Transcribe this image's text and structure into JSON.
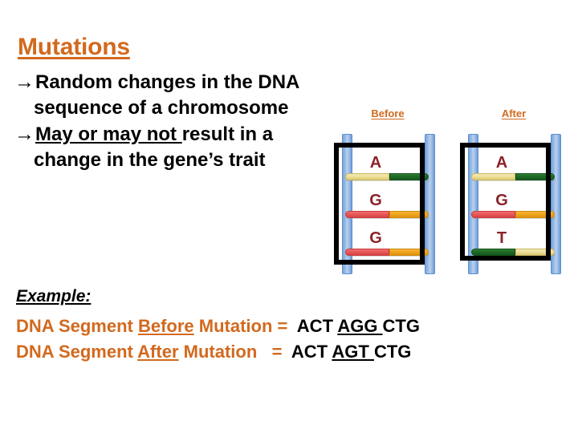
{
  "slide": {
    "title": "Mutations"
  },
  "bullets": [
    {
      "arrow": "→",
      "line1": "Random changes in the DNA",
      "line2": "sequence of a chromosome",
      "underlined": ""
    },
    {
      "arrow": "→",
      "underlined": "May or may not ",
      "line1_rest": "result in a",
      "line2": "change in the gene’s trait"
    }
  ],
  "diagram": {
    "panels": [
      {
        "label": "Before",
        "bases": [
          "A",
          "G",
          "G"
        ],
        "rungs": [
          {
            "left_color": "yellow",
            "right_color": "green"
          },
          {
            "left_color": "red",
            "right_color": "orange"
          },
          {
            "left_color": "red",
            "right_color": "orange"
          }
        ]
      },
      {
        "label": "After",
        "bases": [
          "A",
          "G",
          "T"
        ],
        "rungs": [
          {
            "left_color": "yellow",
            "right_color": "green"
          },
          {
            "left_color": "red",
            "right_color": "orange"
          },
          {
            "left_color": "green",
            "right_color": "yellow"
          }
        ]
      }
    ],
    "backbone_color": "#8FB4E2",
    "letter_color": "#8B2227",
    "highlight_box_color": "#000000"
  },
  "example": {
    "heading": "Example:",
    "lines": [
      {
        "label_pre": "DNA Segment ",
        "label_underlined": "Before",
        "label_post": " Mutation = ",
        "codons_pre": " ACT ",
        "codons_underlined": "AGG ",
        "codons_post": "CTG"
      },
      {
        "label_pre": "DNA Segment ",
        "label_underlined": "After",
        "label_post": " Mutation   = ",
        "codons_pre": " ACT ",
        "codons_underlined": "AGT ",
        "codons_post": "CTG"
      }
    ]
  },
  "colors": {
    "accent_orange": "#D2691E",
    "base_letter_red": "#8B2227",
    "backbone_blue": "#8FB4E2",
    "rung_yellow": "#EFE3A0",
    "rung_green": "#1F6B26",
    "rung_red": "#E85858",
    "rung_orange": "#F0A51E"
  }
}
